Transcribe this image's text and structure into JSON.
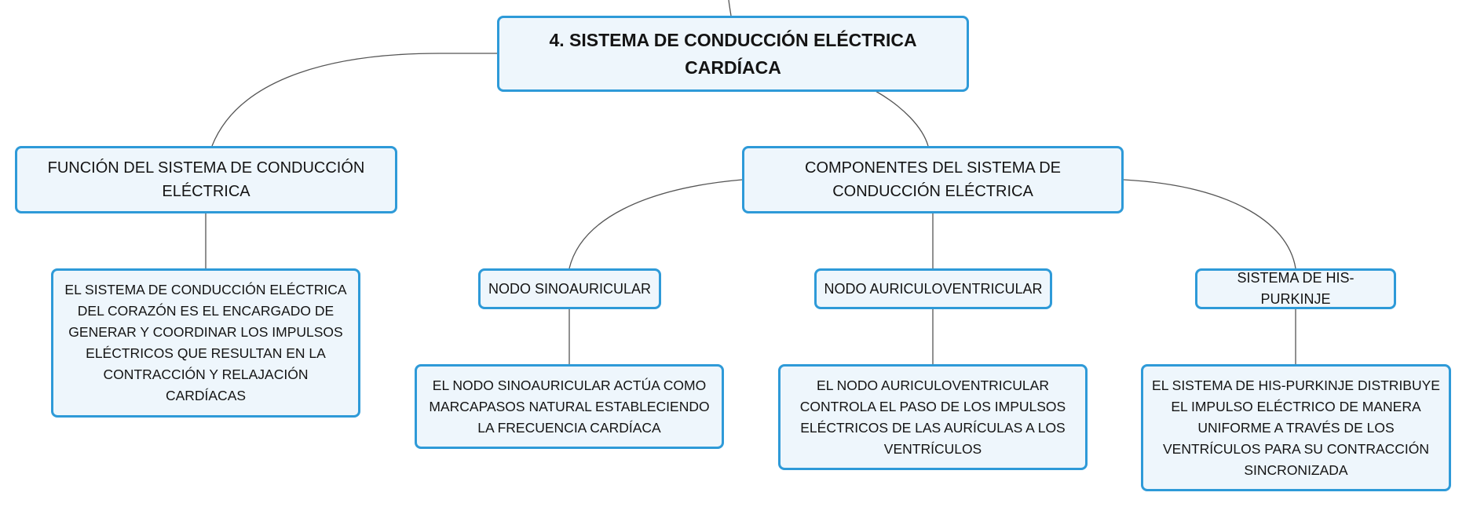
{
  "diagram": {
    "root": {
      "label": "4. SISTEMA DE CONDUCCIÓN ELÉCTRICA CARDÍACA"
    },
    "funcion": {
      "label": "FUNCIÓN DEL SISTEMA DE CONDUCCIÓN ELÉCTRICA",
      "description": "EL SISTEMA DE CONDUCCIÓN ELÉCTRICA DEL CORAZÓN ES EL ENCARGADO DE GENERAR Y COORDINAR LOS IMPULSOS ELÉCTRICOS QUE RESULTAN EN LA CONTRACCIÓN Y RELAJACIÓN CARDÍACAS"
    },
    "componentes": {
      "label": "COMPONENTES DEL SISTEMA DE CONDUCCIÓN ELÉCTRICA",
      "items": [
        {
          "label": "NODO SINOAURICULAR",
          "description": "EL NODO SINOAURICULAR ACTÚA COMO MARCAPASOS NATURAL ESTABLECIENDO LA FRECUENCIA CARDÍACA"
        },
        {
          "label": "NODO AURICULOVENTRICULAR",
          "description": "EL NODO AURICULOVENTRICULAR CONTROLA EL PASO DE LOS IMPULSOS ELÉCTRICOS DE LAS AURÍCULAS A LOS VENTRÍCULOS"
        },
        {
          "label": "SISTEMA DE HIS-PURKINJE",
          "description": "EL SISTEMA DE HIS-PURKINJE DISTRIBUYE EL IMPULSO ELÉCTRICO DE MANERA UNIFORME A TRAVÉS DE LOS VENTRÍCULOS PARA SU CONTRACCIÓN SINCRONIZADA"
        }
      ]
    }
  },
  "colors": {
    "node_fill": "#eef6fc",
    "node_border": "#2e9ad8",
    "connector": "#555555",
    "text": "#141414"
  }
}
